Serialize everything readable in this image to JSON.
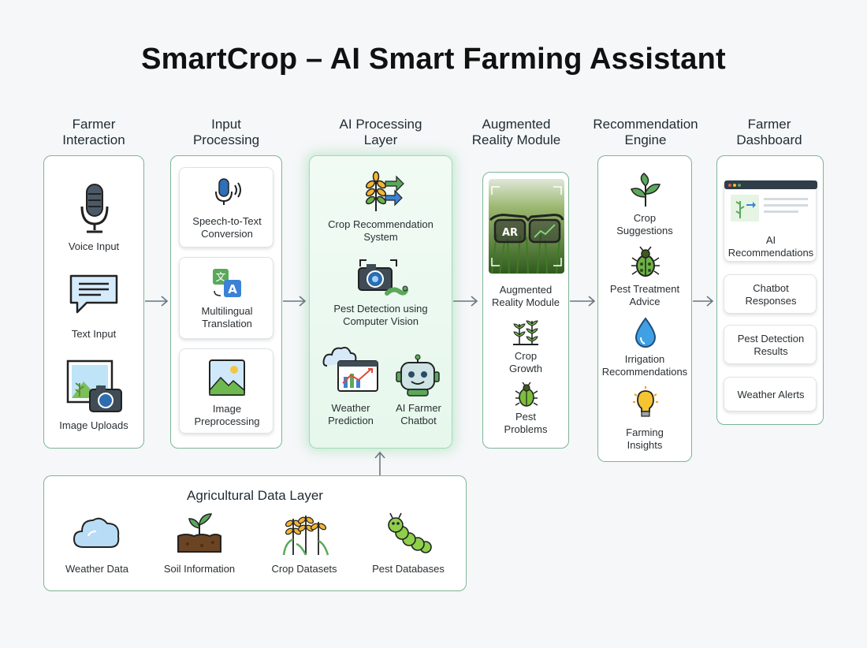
{
  "title": "SmartCrop – AI Smart Farming Assistant",
  "columns": {
    "farmer_interaction": "Farmer\nInteraction",
    "input_processing": "Input\nProcessing",
    "ai_processing": "AI Processing\nLayer",
    "ar_module": "Augmented\nReality Module",
    "recommendation_engine": "Recommendation\nEngine",
    "dashboard": "Farmer\nDashboard"
  },
  "farmer_interaction": {
    "items": [
      "Voice Input",
      "Text Input",
      "Image Uploads"
    ],
    "icons": [
      "microphone-icon",
      "chat-bubble-icon",
      "image-camera-icon"
    ]
  },
  "input_processing": {
    "items": [
      "Speech-to-Text\nConversion",
      "Multilingual\nTranslation",
      "Image\nPreprocessing"
    ],
    "icons": [
      "mic-wave-icon",
      "translate-icon",
      "image-icon"
    ]
  },
  "ai_processing": {
    "items": [
      "Crop Recommendation\nSystem",
      "Pest Detection using\nComputer Vision",
      "Weather\nPrediction",
      "AI Farmer\nChatbot"
    ],
    "icons": [
      "crop-arrows-icon",
      "camera-pest-icon",
      "weather-chart-icon",
      "robot-icon"
    ]
  },
  "ar_module": {
    "image_text": "AR",
    "items": [
      "Augmented\nReality Module",
      "Crop\nGrowth",
      "Pest\nProblems"
    ],
    "icons": [
      "ar-glasses-field-image",
      "crop-growth-icon",
      "pest-beetle-icon"
    ]
  },
  "recommendation_engine": {
    "items": [
      "Crop\nSuggestions",
      "Pest Treatment\nAdvice",
      "Irrigation\nRecommendations",
      "Farming\nInsights"
    ],
    "icons": [
      "leaves-icon",
      "beetle-icon",
      "water-drop-icon",
      "lightbulb-icon"
    ]
  },
  "dashboard": {
    "items": [
      "AI\nRecommendations",
      "Chatbot\nResponses",
      "Pest Detection\nResults",
      "Weather Alerts"
    ],
    "icons": [
      "browser-window-icon"
    ]
  },
  "data_layer": {
    "title": "Agricultural Data Layer",
    "items": [
      "Weather Data",
      "Soil Information",
      "Crop Datasets",
      "Pest Databases"
    ],
    "icons": [
      "cloud-icon",
      "soil-sprout-icon",
      "wheat-icon",
      "caterpillar-icon"
    ]
  },
  "colors": {
    "panel_border": "#7fb596",
    "glow": "#9fdab3",
    "accent_green": "#5ba85b",
    "accent_blue": "#4a90d9",
    "arrow": "#6b7780"
  }
}
